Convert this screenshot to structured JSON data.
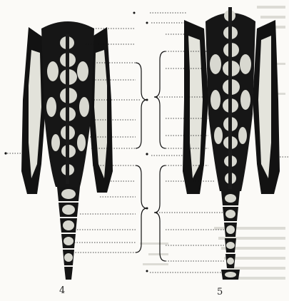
{
  "figure": {
    "captions": {
      "left": "4",
      "right": "5"
    },
    "colors": {
      "ink": "#151515",
      "paper": "#fbfaf7",
      "bone": "#dcdcd4",
      "faint_text": "#bdbdb5"
    },
    "elements": {
      "left_specimen": "pelvic-girdle-and-sacral-vertebrae-dorsal-view",
      "right_specimen": "pelvic-girdle-and-sacral-vertebrae-dorsal-view",
      "leader_lines": "dotted-leader-lines",
      "brackets": "region-brackets"
    }
  }
}
